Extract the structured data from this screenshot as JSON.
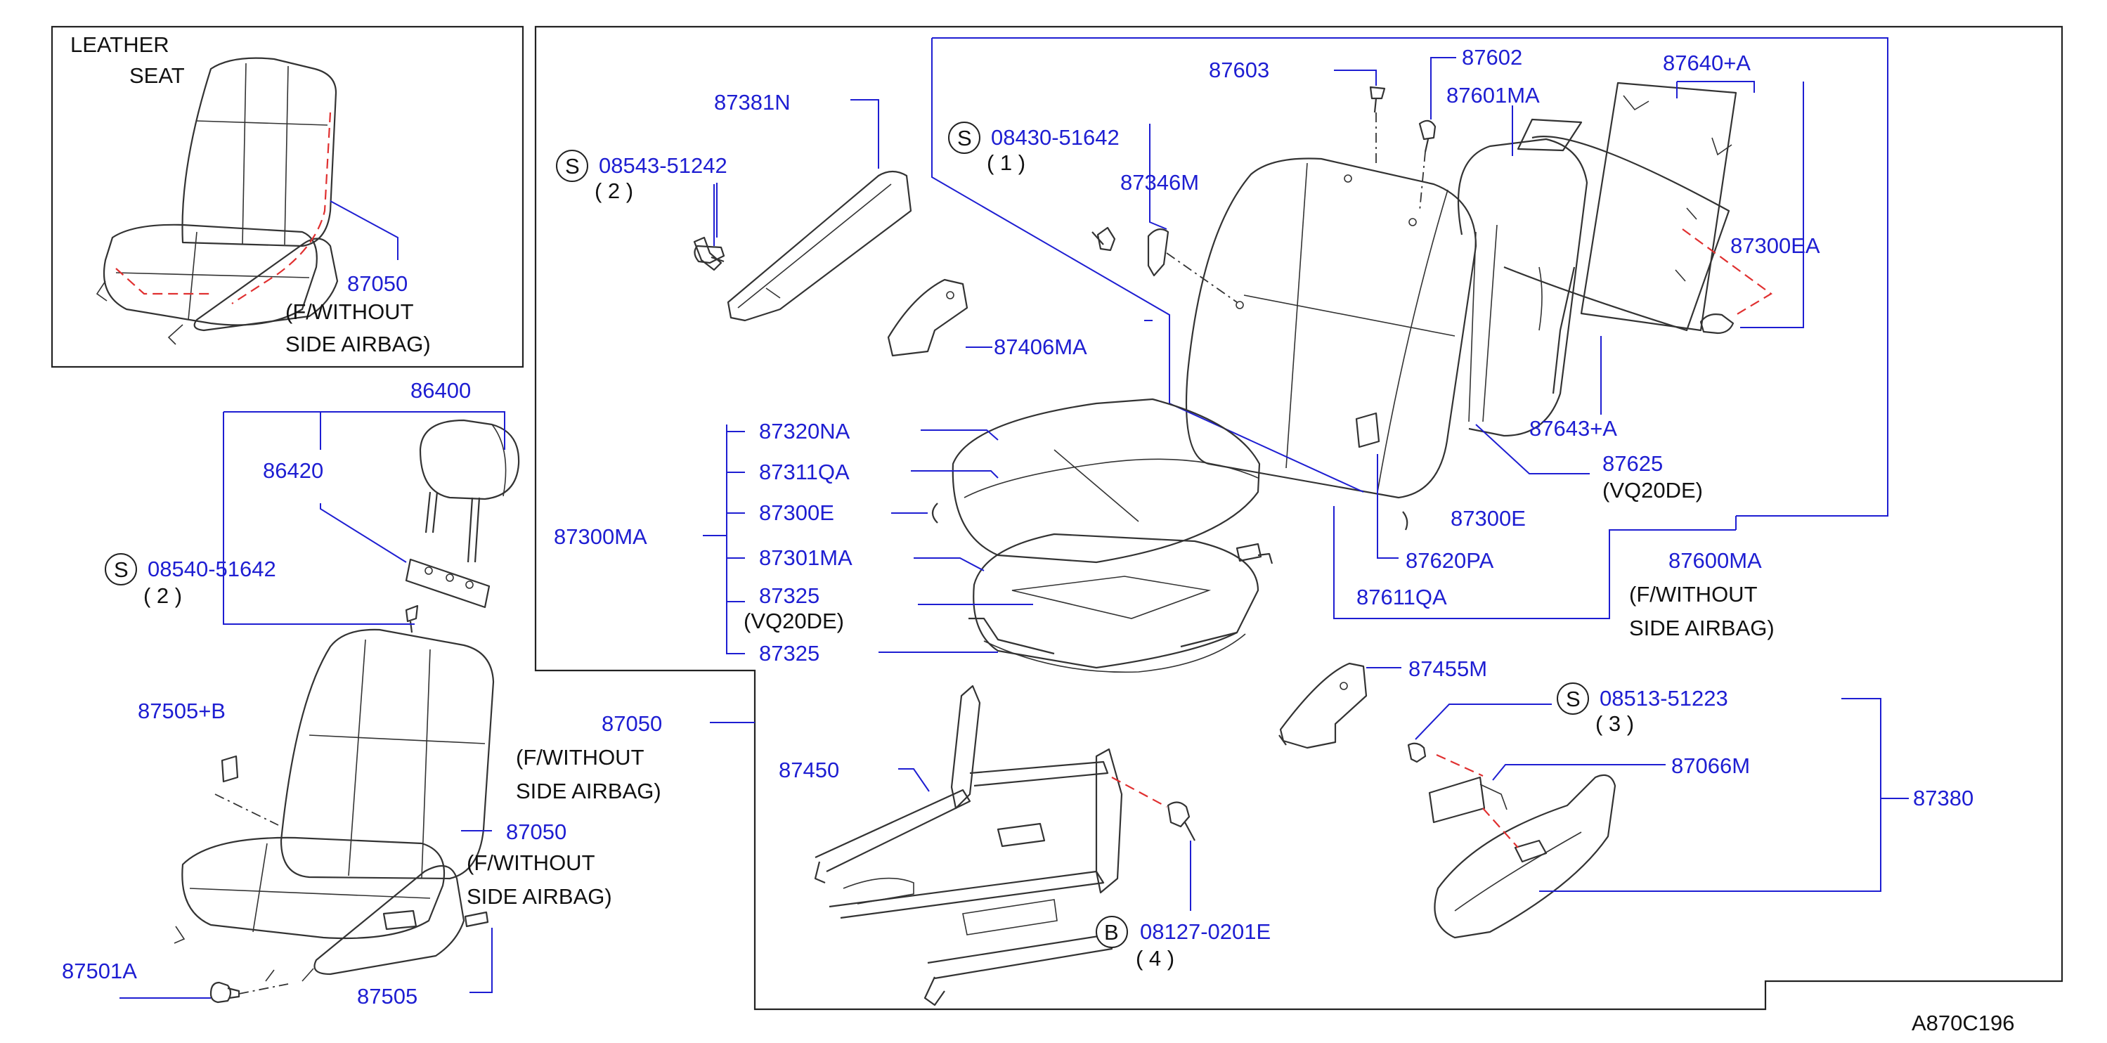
{
  "inset": {
    "line1": "LEATHER",
    "line2": "SEAT",
    "part": "87050",
    "note1": "(F/WITHOUT",
    "note2": "SIDE   AIRBAG)"
  },
  "parts": {
    "p87381N": "87381N",
    "p87603": "87603",
    "p87602": "87602",
    "p87601MA": "87601MA",
    "p87640A": "87640+A",
    "p87346M": "87346M",
    "p87300EA": "87300EA",
    "p87406MA": "87406MA",
    "p87643A": "87643+A",
    "p87625": "87625",
    "p87320NA": "87320NA",
    "p87311QA": "87311QA",
    "p87300E_a": "87300E",
    "p87300E_b": "87300E",
    "p87300MA": "87300MA",
    "p87301MA": "87301MA",
    "p87620PA": "87620PA",
    "p87325_a": "87325",
    "p87325_b": "87325",
    "p87611QA": "87611QA",
    "p87600MA": "87600MA",
    "p86400": "86400",
    "p86420": "86420",
    "p87455M": "87455M",
    "p87505B": "87505+B",
    "p87050_a": "87050",
    "p87050_b": "87050",
    "p87066M": "87066M",
    "p87450": "87450",
    "p87380": "87380",
    "p87501A": "87501A",
    "p87505": "87505"
  },
  "notes": {
    "vq1": "(VQ20DE)",
    "vq2": "(VQ20DE)",
    "fw1": "(F/WITHOUT",
    "sa1": "SIDE   AIRBAG)",
    "fw2": "(F/WITHOUT",
    "sa2": "SIDE   AIRBAG)",
    "fw3": "(F/WITHOUT",
    "sa3": "SIDE   AIRBAG)"
  },
  "fasteners": {
    "f1": {
      "letter": "S",
      "code": "08543-51242",
      "qty": "(   2   )"
    },
    "f2": {
      "letter": "S",
      "code": "08430-51642",
      "qty": "(   1   )"
    },
    "f3": {
      "letter": "S",
      "code": "08540-51642",
      "qty": "(   2   )"
    },
    "f4": {
      "letter": "S",
      "code": "08513-51223",
      "qty": "(   3   )"
    },
    "f5": {
      "letter": "B",
      "code": "08127-0201E",
      "qty": "(   4   )"
    }
  },
  "drawing_code": "A870C196",
  "colors": {
    "label": "#1e1ed2",
    "leader": "#1e1ed2",
    "outline": "#333333",
    "guide": "#e03030"
  }
}
